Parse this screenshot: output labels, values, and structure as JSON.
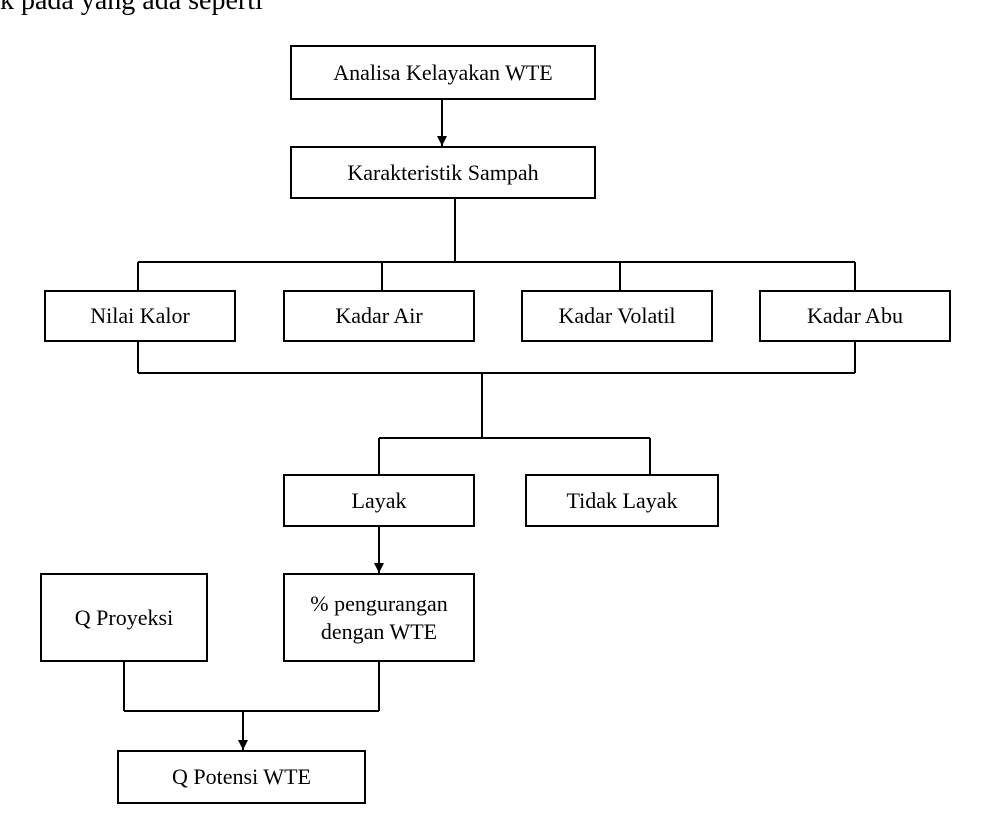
{
  "page_text": {
    "leading": "k pada yang ada seperti"
  },
  "diagram": {
    "nodes": {
      "analisa": "Analisa Kelayakan WTE",
      "karakteristik": "Karakteristik Sampah",
      "nilai_kalor": "Nilai Kalor",
      "kadar_air": "Kadar Air",
      "kadar_volatil": "Kadar Volatil",
      "kadar_abu": "Kadar Abu",
      "layak": "Layak",
      "tidak_layak": "Tidak Layak",
      "pengurangan": "% pengurangan\ndengan WTE",
      "q_proyeksi": "Q Proyeksi",
      "q_potensi": "Q Potensi WTE"
    },
    "colors": {
      "stroke": "#000000",
      "background": "#ffffff"
    }
  }
}
